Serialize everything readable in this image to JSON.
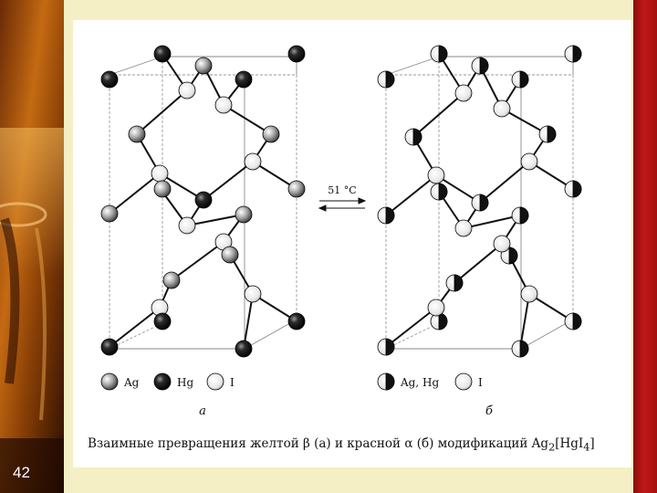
{
  "slide": {
    "number": "42"
  },
  "figure": {
    "arrow_label": "51 °C",
    "legend_a": {
      "ag": "Ag",
      "hg": "Hg",
      "i": "I"
    },
    "legend_b": {
      "aghg": "Ag, Hg",
      "i": "I"
    },
    "label_a": "а",
    "label_b": "б",
    "caption": {
      "text": "Взаимные превращения желтой β (а) и красной α (б) модификаций Ag",
      "sub1": "2",
      "mid": "[HgI",
      "sub2": "4",
      "end": "]"
    }
  }
}
